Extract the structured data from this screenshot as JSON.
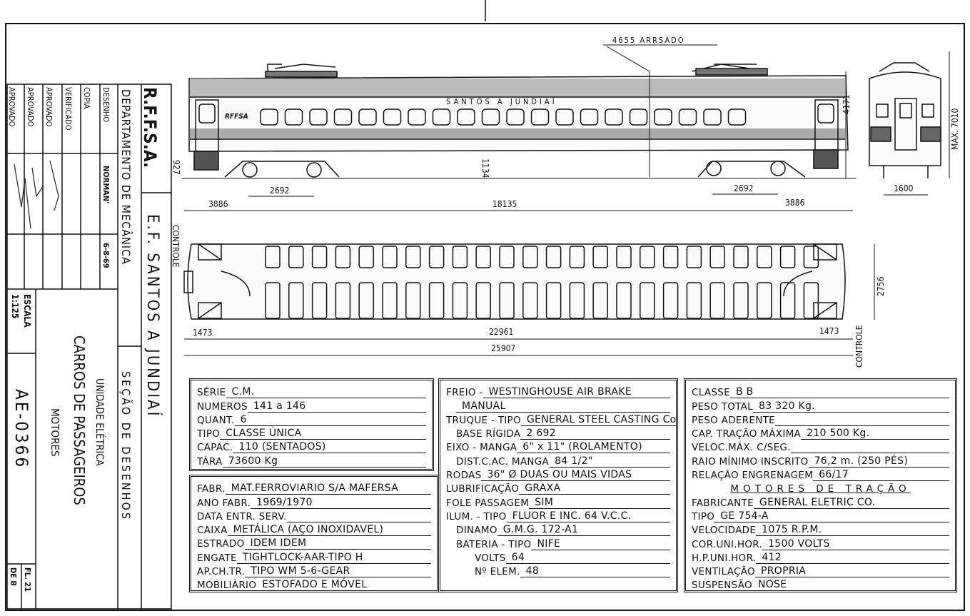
{
  "title_block": {
    "org": "R.F.F.S.A.",
    "railway": "E.F. SANTOS A JUNDIAÍ",
    "department": "DEPARTAMENTO DE MECÂNICA",
    "section": "SEÇÃO DE DESENHOS",
    "roles": [
      "DESENHO",
      "COPIA",
      "VERIFICADO",
      "APROVADO",
      "APROVADO",
      "APROVADO"
    ],
    "drawn_by": "NORMAN'",
    "drawn_date": "6-8-69",
    "scale_label": "ESCALA",
    "scale": "1:125",
    "subject_1": "UNIDADE ELÉTRICA",
    "subject_2": "CARROS DE PASSAGEIROS",
    "subject_3": "MOTORES",
    "drawing_number": "AE-0366",
    "sheet": "FL. 21",
    "sheet_of": "DE B"
  },
  "drawing": {
    "car_lettering": "SANTOS  A  JUNDIAÍ",
    "car_logo": "RFFSA",
    "top_note": "4655 ARRSADO",
    "dims": {
      "d927": "927",
      "d1134": "1134",
      "bogie_left": "2692",
      "bogie_right": "2692",
      "end_left": "3886",
      "end_right": "3886",
      "centers": "18135",
      "height": "4171",
      "max_height": "MAX. 7010",
      "width_end": "1600",
      "controle_left": "CONTROLE",
      "controle_right": "CONTROLE",
      "width_plan": "2756",
      "plan_left": "1473",
      "plan_right": "1473",
      "plan_mid": "22961",
      "overall": "25907"
    }
  },
  "specs_general": [
    {
      "label": "SÉRIE",
      "value": "C.M."
    },
    {
      "label": "NUMEROS",
      "value": "141 a 146"
    },
    {
      "label": "QUANT.",
      "value": "6"
    },
    {
      "label": "TIPO",
      "value": "CLASSE ÚNICA"
    },
    {
      "label": "CAPAC.",
      "value": "110 (SENTADOS)"
    },
    {
      "label": "TÁRA",
      "value": "73600 Kg"
    }
  ],
  "specs_manufacture": [
    {
      "label": "FABR.",
      "value": "MAT.FERROVIARIO S/A MAFERSA"
    },
    {
      "label": "ANO FABR.",
      "value": "1969/1970"
    },
    {
      "label": "DATA ENTR. SERV.",
      "value": ""
    },
    {
      "label": "CAIXA",
      "value": "METÁLICA (AÇO INOXIDAVEL)"
    },
    {
      "label": "ESTRADO",
      "value": "IDEM          IDEM"
    },
    {
      "label": "ENGATE",
      "value": "TIGHTLOCK-AAR-TIPO H"
    },
    {
      "label": "AP.CH.TR.",
      "value": "TIPO WM 5-6-GEAR"
    },
    {
      "label": "MOBILIÁRIO",
      "value": "ESTOFADO E MÓVEL"
    }
  ],
  "specs_running_gear": [
    {
      "label": "FREIO -",
      "value": "WESTINGHOUSE AIR BRAKE"
    },
    {
      "label": "",
      "value": "MANUAL",
      "indent": 1
    },
    {
      "label": "TRUQUE - TIPO",
      "value": "GENERAL STEEL CASTING Co"
    },
    {
      "label": "BASE RÍGIDA",
      "value": "2 692",
      "indent": 1
    },
    {
      "label": "EIXO - MANGA",
      "value": "6\" x 11\" (ROLAMENTO)"
    },
    {
      "label": "DIST.C.AC. MANGA",
      "value": "84 1/2\"",
      "indent": 1
    },
    {
      "label": "RODAS",
      "value": "36\" Ø DUAS OU MAIS VIDAS"
    },
    {
      "label": "LUBRIFICAÇÃO",
      "value": "GRAXA"
    },
    {
      "label": "FOLE PASSAGEM",
      "value": "SIM"
    },
    {
      "label": "ILUM. - TIPO",
      "value": "FLUOR E INC. 64 V.C.C."
    },
    {
      "label": "DINAMO",
      "value": "G.M.G. 172-A1",
      "indent": 1
    },
    {
      "label": "BATERIA - TIPO",
      "value": "NIFE",
      "indent": 1
    },
    {
      "label": "VOLTS",
      "value": "64",
      "indent": 2
    },
    {
      "label": "Nº ELEM.",
      "value": "48",
      "indent": 2
    }
  ],
  "specs_traction": [
    {
      "label": "CLASSE",
      "value": "B B"
    },
    {
      "label": "PESO TOTAL",
      "value": "83 320 Kg."
    },
    {
      "label": "PESO ADERENTE",
      "value": ""
    },
    {
      "label": "CAP. TRAÇÃO MÁXIMA",
      "value": "210 500 Kg."
    },
    {
      "label": "VELOC.MÁX. C/SEG.",
      "value": ""
    },
    {
      "label": "RAIO MÍNIMO INSCRITO",
      "value": "76,2 m. (250 PÉS)"
    },
    {
      "label": "RELAÇÃO ENGRENAGEM",
      "value": "66/17"
    },
    {
      "heading": "MOTORES DE TRAÇÃO"
    },
    {
      "label": "FABRICANTE",
      "value": "GENERAL ELETRIC CO."
    },
    {
      "label": "TIPO",
      "value": "GE 754-A"
    },
    {
      "label": "VELOCIDADE",
      "value": "1075 R.P.M."
    },
    {
      "label": "COR.UNI.HOR.",
      "value": "1500 VOLTS"
    },
    {
      "label": "H.P.UNI.HOR.",
      "value": "412"
    },
    {
      "label": "VENTILAÇÃO",
      "value": "PROPRIA"
    },
    {
      "label": "SUSPENSÃO",
      "value": "NOSE"
    }
  ]
}
